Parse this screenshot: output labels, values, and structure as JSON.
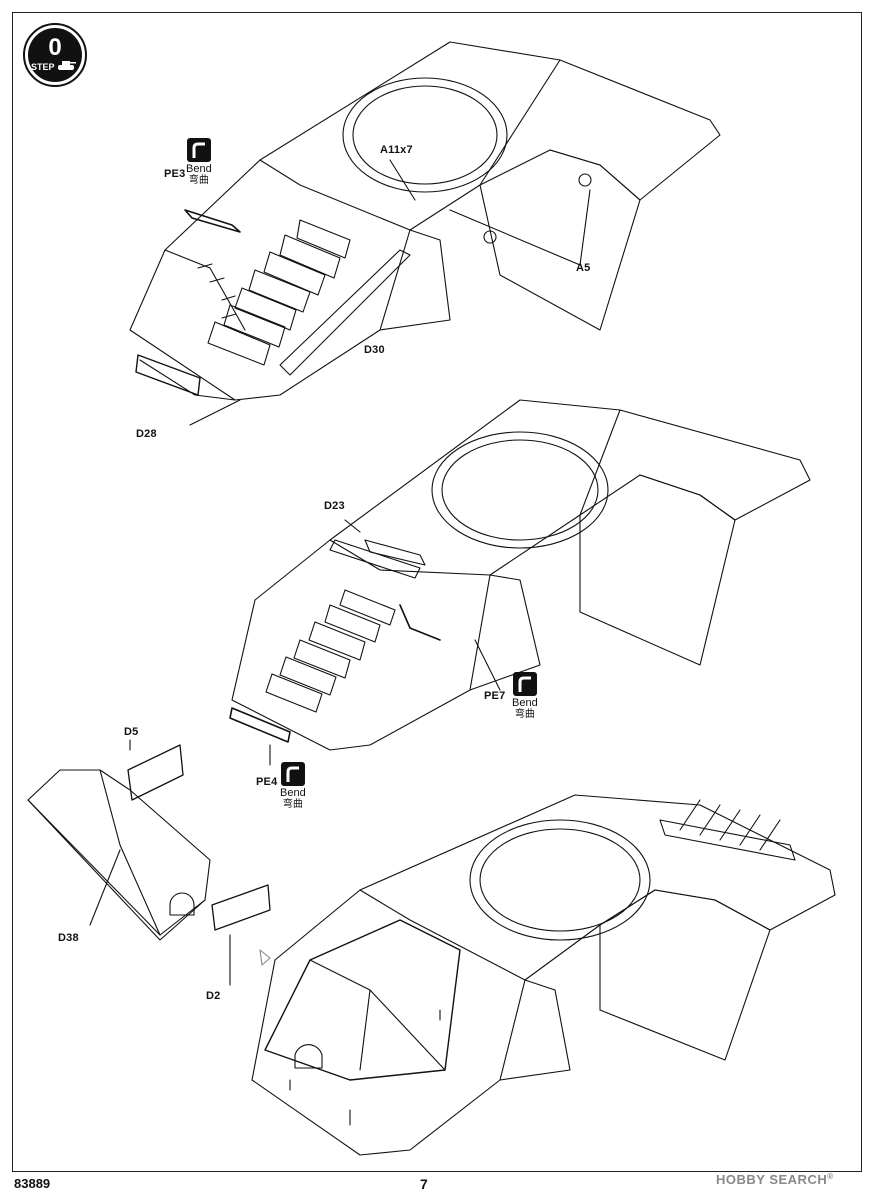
{
  "step": {
    "number": "0",
    "word": "STEP"
  },
  "labels": {
    "a11": "A11x7",
    "pe3": "PE3",
    "a5": "A5",
    "d30": "D30",
    "d28": "D28",
    "d23": "D23",
    "pe7": "PE7",
    "pe4": "PE4",
    "d5": "D5",
    "d38": "D38",
    "d2": "D2"
  },
  "bend": {
    "en": "Bend",
    "cn": "弯曲"
  },
  "footer": {
    "code": "83889",
    "page": "7"
  },
  "watermark": {
    "text": "HOBBY SEARCH",
    "mark": "®"
  },
  "icons": [
    "tank-icon",
    "bend-icon",
    "arrow-icon"
  ]
}
